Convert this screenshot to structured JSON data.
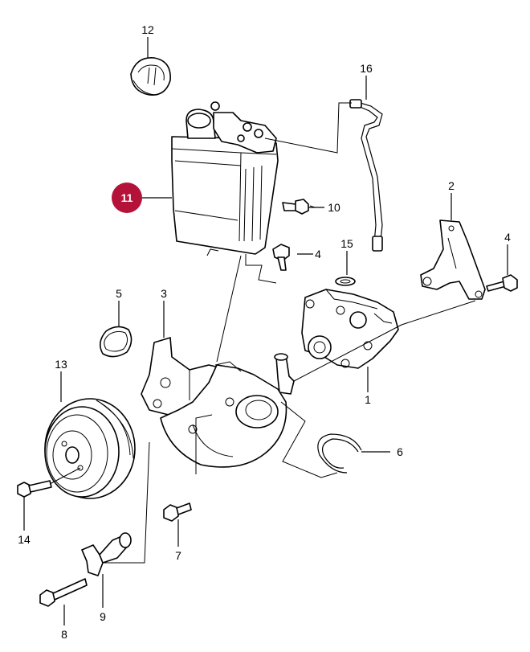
{
  "callouts": [
    {
      "id": "1",
      "text": "1"
    },
    {
      "id": "2",
      "text": "2"
    },
    {
      "id": "3",
      "text": "3"
    },
    {
      "id": "4a",
      "text": "4"
    },
    {
      "id": "4b",
      "text": "4"
    },
    {
      "id": "5",
      "text": "5"
    },
    {
      "id": "6",
      "text": "6"
    },
    {
      "id": "7",
      "text": "7"
    },
    {
      "id": "8",
      "text": "8"
    },
    {
      "id": "9",
      "text": "9"
    },
    {
      "id": "10",
      "text": "10"
    },
    {
      "id": "11",
      "text": "11"
    },
    {
      "id": "12",
      "text": "12"
    },
    {
      "id": "13",
      "text": "13"
    },
    {
      "id": "14",
      "text": "14"
    },
    {
      "id": "15",
      "text": "15"
    },
    {
      "id": "16",
      "text": "16"
    }
  ],
  "highlight": {
    "callout": "11",
    "color": "#b5123a"
  }
}
